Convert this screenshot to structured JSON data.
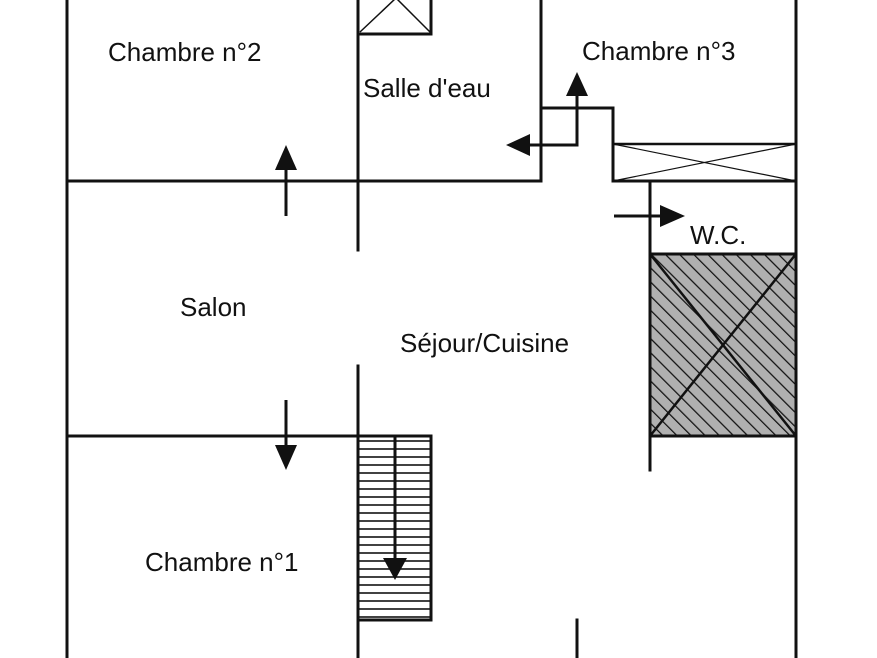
{
  "rooms": {
    "chambre2": "Chambre n°2",
    "salle_eau": "Salle d'eau",
    "chambre3": "Chambre n°3",
    "wc": "W.C.",
    "salon": "Salon",
    "sejour_cuisine": "Séjour/Cuisine",
    "chambre1": "Chambre n°1"
  },
  "colors": {
    "wall": "#111111",
    "hatch_fill": "#b0b0b0",
    "background": "#ffffff"
  },
  "symbols": {
    "stairs": "stairs-icon",
    "arrows": "door-arrow-icon",
    "crossed_box": "cupboard-cross-icon",
    "hatched_block": "hatched-block-icon"
  }
}
